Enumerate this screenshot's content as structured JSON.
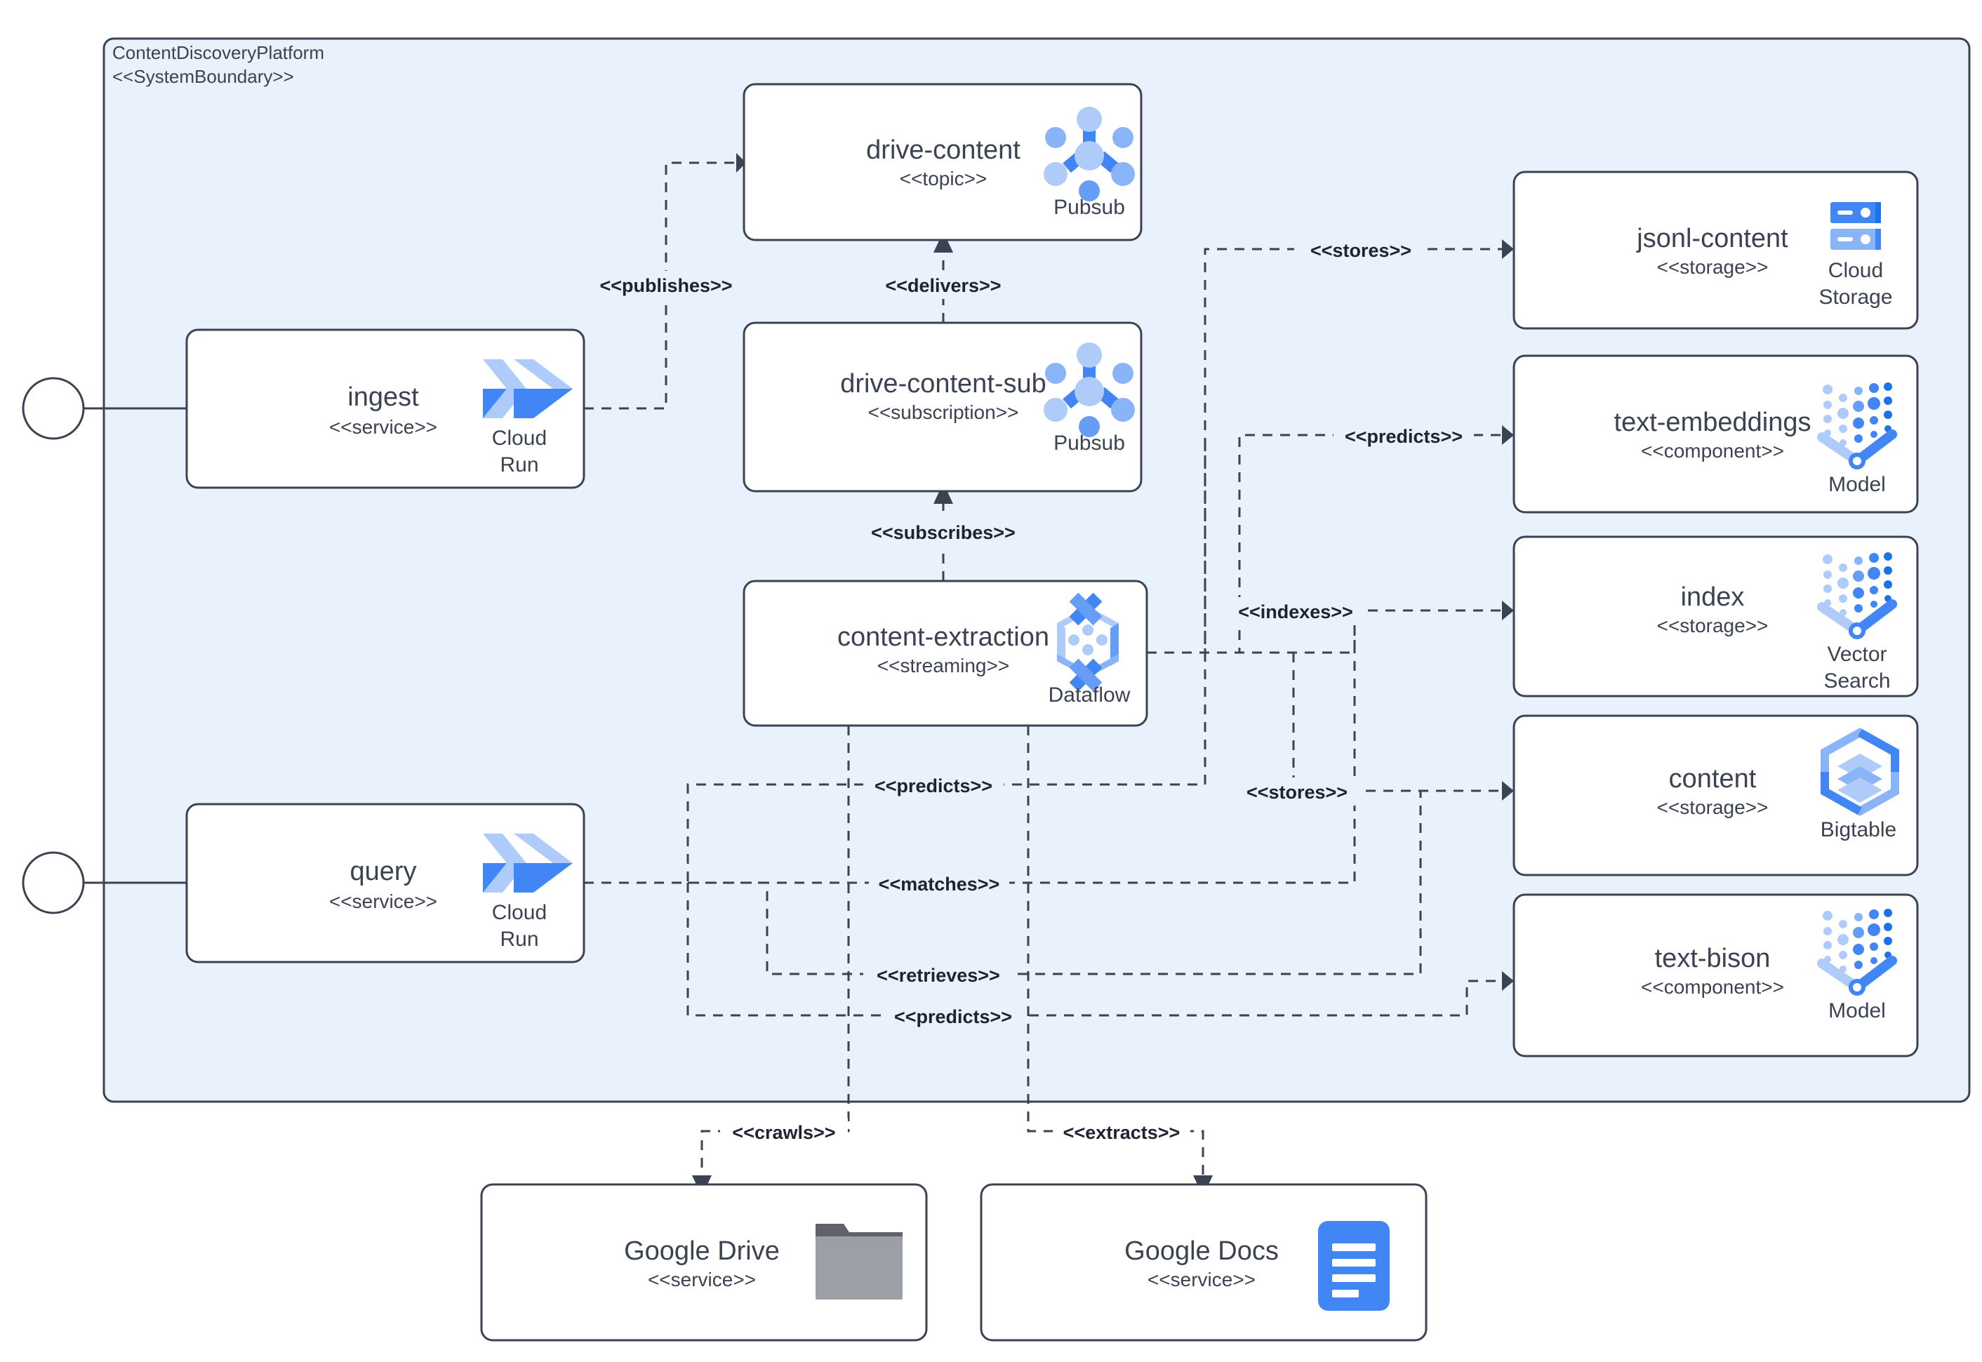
{
  "diagram": {
    "type": "architecture-component-diagram",
    "boundary": {
      "name": "ContentDiscoveryPlatform",
      "stereotype": "<<SystemBoundary>>",
      "fill": "#e9f1fd",
      "stroke": "#3b4252"
    },
    "actors": [
      {
        "id": "actor-ingest",
        "label": "",
        "connects_to": "ingest"
      },
      {
        "id": "actor-query",
        "label": "",
        "connects_to": "query"
      }
    ],
    "nodes": [
      {
        "id": "ingest",
        "title": "ingest",
        "stereotype": "<<service>>",
        "icon": "cloud-run-icon",
        "icon_caption": [
          "Cloud",
          "Run"
        ]
      },
      {
        "id": "query",
        "title": "query",
        "stereotype": "<<service>>",
        "icon": "cloud-run-icon",
        "icon_caption": [
          "Cloud",
          "Run"
        ]
      },
      {
        "id": "drive-content",
        "title": "drive-content",
        "stereotype": "<<topic>>",
        "icon": "pubsub-icon",
        "icon_caption": [
          "Pubsub"
        ]
      },
      {
        "id": "drive-content-sub",
        "title": "drive-content-sub",
        "stereotype": "<<subscription>>",
        "icon": "pubsub-icon",
        "icon_caption": [
          "Pubsub"
        ]
      },
      {
        "id": "content-extraction",
        "title": "content-extraction",
        "stereotype": "<<streaming>>",
        "icon": "dataflow-icon",
        "icon_caption": [
          "Dataflow"
        ]
      },
      {
        "id": "jsonl-content",
        "title": "jsonl-content",
        "stereotype": "<<storage>>",
        "icon": "cloud-storage-icon",
        "icon_caption": [
          "Cloud",
          "Storage"
        ]
      },
      {
        "id": "text-embeddings",
        "title": "text-embeddings",
        "stereotype": "<<component>>",
        "icon": "model-icon",
        "icon_caption": [
          "Model"
        ]
      },
      {
        "id": "index",
        "title": "index",
        "stereotype": "<<storage>>",
        "icon": "vector-search-icon",
        "icon_caption": [
          "Vector",
          "Search"
        ]
      },
      {
        "id": "content",
        "title": "content",
        "stereotype": "<<storage>>",
        "icon": "bigtable-icon",
        "icon_caption": [
          "Bigtable"
        ]
      },
      {
        "id": "text-bison",
        "title": "text-bison",
        "stereotype": "<<component>>",
        "icon": "model-icon",
        "icon_caption": [
          "Model"
        ]
      },
      {
        "id": "google-drive",
        "title": "Google Drive",
        "stereotype": "<<service>>",
        "icon": "folder-icon",
        "icon_caption": []
      },
      {
        "id": "google-docs",
        "title": "Google Docs",
        "stereotype": "<<service>>",
        "icon": "google-docs-icon",
        "icon_caption": []
      }
    ],
    "edges": [
      {
        "id": "e-publishes",
        "label": "<<publishes>>",
        "from": "ingest",
        "to": "drive-content"
      },
      {
        "id": "e-delivers",
        "label": "<<delivers>>",
        "from": "drive-content-sub",
        "to": "drive-content"
      },
      {
        "id": "e-subscribes",
        "label": "<<subscribes>>",
        "from": "content-extraction",
        "to": "drive-content-sub"
      },
      {
        "id": "e-stores-gcs",
        "label": "<<stores>>",
        "from": "content-extraction",
        "to": "jsonl-content"
      },
      {
        "id": "e-predicts-emb",
        "label": "<<predicts>>",
        "from": "content-extraction",
        "to": "text-embeddings"
      },
      {
        "id": "e-indexes",
        "label": "<<indexes>>",
        "from": "content-extraction",
        "to": "index"
      },
      {
        "id": "e-stores-bt",
        "label": "<<stores>>",
        "from": "content-extraction",
        "to": "content"
      },
      {
        "id": "e-predicts-q",
        "label": "<<predicts>>",
        "from": "query",
        "to": "text-embeddings"
      },
      {
        "id": "e-matches",
        "label": "<<matches>>",
        "from": "query",
        "to": "index"
      },
      {
        "id": "e-retrieves",
        "label": "<<retrieves>>",
        "from": "query",
        "to": "content"
      },
      {
        "id": "e-predicts-bison",
        "label": "<<predicts>>",
        "from": "query",
        "to": "text-bison"
      },
      {
        "id": "e-crawls",
        "label": "<<crawls>>",
        "from": "content-extraction",
        "to": "google-drive"
      },
      {
        "id": "e-extracts",
        "label": "<<extracts>>",
        "from": "content-extraction",
        "to": "google-docs"
      }
    ]
  }
}
